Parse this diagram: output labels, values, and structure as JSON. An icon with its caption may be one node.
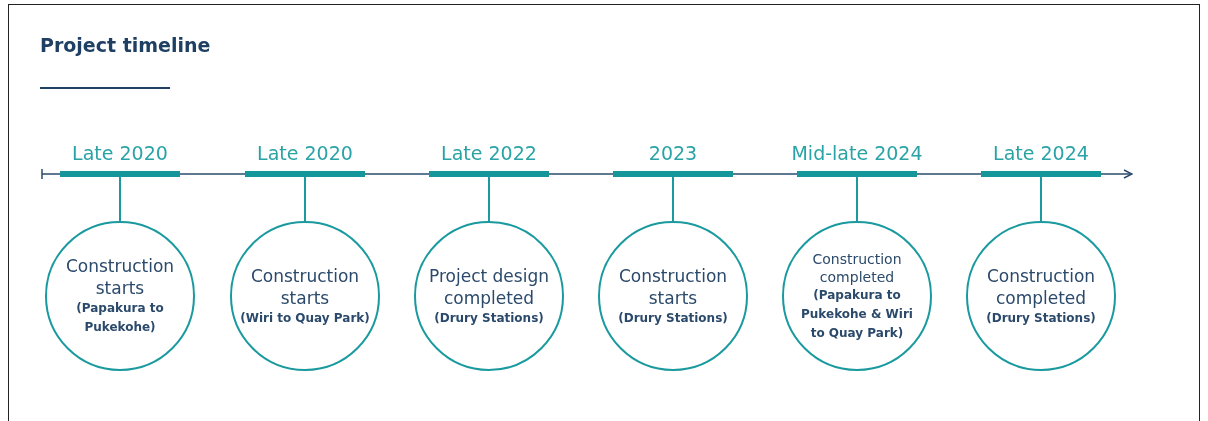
{
  "diagram": {
    "title": "Project timeline",
    "nodes": [
      {
        "text": [
          "Late 2020"
        ]
      },
      {
        "text": [
          "Late 2020"
        ]
      },
      {
        "text": [
          "Late 2022"
        ]
      },
      {
        "text": [
          "2023"
        ]
      },
      {
        "text": [
          "Mid-late 2024"
        ]
      },
      {
        "text": [
          "Late 2024"
        ]
      },
      {
        "text": [
          "Construction starts",
          "(Papakura to Pukekohe)"
        ]
      },
      {
        "text": [
          "Construction starts",
          "(Wiri to Quay Park)"
        ]
      },
      {
        "text": [
          "Project design completed",
          "(Drury Stations)"
        ]
      },
      {
        "text": [
          "Construction starts",
          "(Drury Stations)"
        ]
      },
      {
        "text": [
          "Construction completed",
          "(Papakura to Pukekohe & Wiri to Quay Park)"
        ]
      },
      {
        "text": [
          "Construction completed",
          "(Drury Stations)"
        ]
      }
    ],
    "edges": [
      {
        "from": 0,
        "to": 6,
        "arrow": "none"
      },
      {
        "from": 1,
        "to": 7,
        "arrow": "none"
      },
      {
        "from": 2,
        "to": 8,
        "arrow": "none"
      },
      {
        "from": 3,
        "to": 9,
        "arrow": "none"
      },
      {
        "from": 4,
        "to": 10,
        "arrow": "none"
      },
      {
        "from": 5,
        "to": 11,
        "arrow": "none"
      }
    ]
  }
}
